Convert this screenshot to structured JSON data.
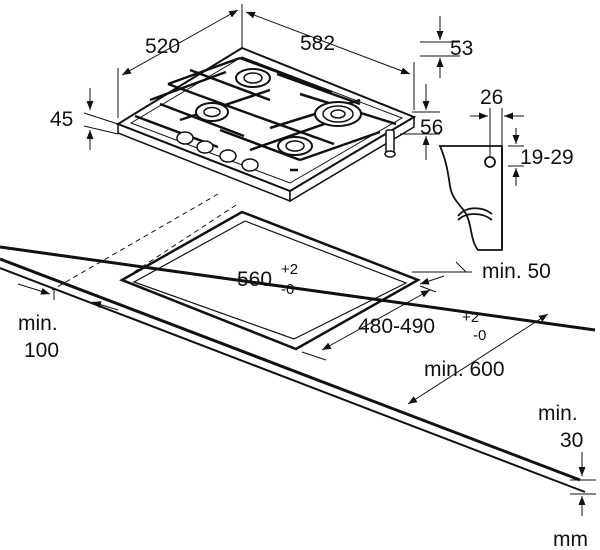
{
  "hob": {
    "width": "582",
    "depth": "520",
    "height": "45",
    "rear_offset": "53",
    "side_offset": "56"
  },
  "bracket": {
    "width": "26",
    "clamp_range": "19-29"
  },
  "cutout": {
    "width_main": "560",
    "width_tol_plus": "+2",
    "width_tol_minus": "-0",
    "depth_main": "480-490",
    "depth_tol_plus": "+2",
    "depth_tol_minus": "-0"
  },
  "clearances": {
    "rear": "min. 50",
    "side_min": "min.",
    "side_value": "100",
    "worktop_depth": "min. 600",
    "thickness_min": "min.",
    "thickness_value": "30"
  },
  "unit": "mm"
}
